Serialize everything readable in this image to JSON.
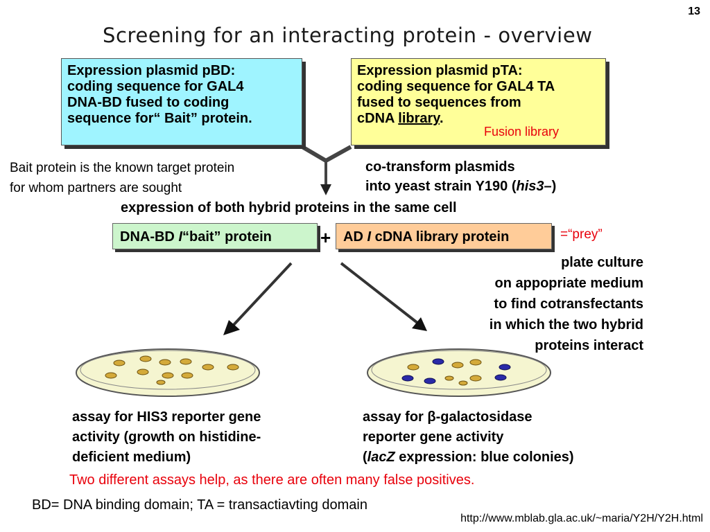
{
  "slide_number": "13",
  "title": "Screening for an interacting protein - overview",
  "box_pbd": {
    "lines": [
      "Expression plasmid pBD:",
      "coding sequence for GAL4",
      "DNA-BD fused to coding",
      "sequence for“ Bait” protein."
    ]
  },
  "box_pta": {
    "line1": "Expression plasmid pTA:",
    "line2": "coding sequence for GAL4 TA",
    "line3": "fused to sequences from",
    "line4_prefix": "cDNA ",
    "line4_underlined": "library",
    "line4_suffix": "."
  },
  "fusion_note": "Fusion library",
  "bait_note": {
    "line1": "Bait protein is the known target protein",
    "line2": "for whom partners are sought"
  },
  "cotransform": {
    "line1": "co-transform plasmids",
    "line2_prefix": "into yeast strain Y190 (",
    "line2_italic": "his3–",
    "line2_suffix": ")"
  },
  "expression_heading": "expression of both hybrid proteins in the same cell",
  "fusion_bait": {
    "prefix": "DNA-BD ",
    "italic": "I",
    "suffix": "“bait”  protein"
  },
  "fusion_ad": {
    "prefix": "AD ",
    "italic": "I",
    "suffix": " cDNA library protein"
  },
  "plus_sign": "+",
  "prey_note": "=“prey”",
  "plate_culture": [
    "plate culture",
    "on appopriate medium",
    "to find cotransfectants",
    "in which the two hybrid",
    "proteins interact"
  ],
  "assay_his3": [
    "assay for HIS3 reporter gene",
    "activity (growth on histidine-",
    "deficient medium)"
  ],
  "assay_galactosidase": {
    "line1": "assay for β-galactosidase",
    "line2": "reporter gene activity",
    "line3_prefix": "(",
    "line3_italic": "lacZ",
    "line3_suffix": " expression: blue colonies)"
  },
  "two_assays_note": "Two different assays help, as there are often many false positives.",
  "bd_note": "BD= DNA binding domain; TA = transactiavting domain",
  "url": "http://www.mblab.gla.ac.uk/~maria/Y2H/Y2H.html",
  "colors": {
    "pbd_box": "#9ff4ff",
    "pta_box": "#ffff99",
    "bait_box": "#ccf5cc",
    "ad_box": "#ffcc99",
    "red_note": "#e8000b",
    "colony_tan": "#d4aa3a",
    "colony_blue": "#2a2aa8",
    "plate": "#f5f5d0"
  }
}
